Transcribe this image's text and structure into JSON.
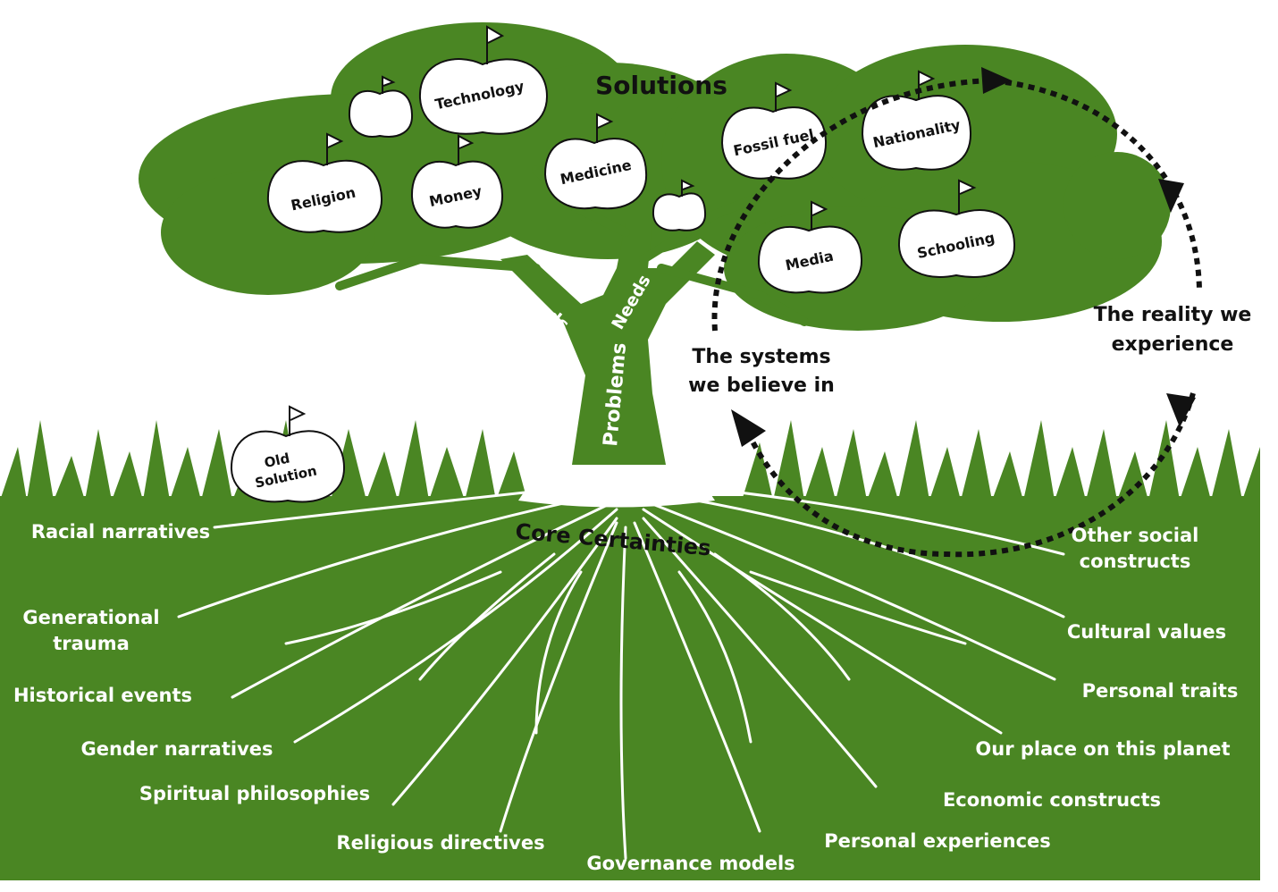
{
  "colors": {
    "green": "#4a8623",
    "dark_green": "#3f7a1c",
    "white": "#ffffff",
    "ink": "#111111"
  },
  "tree": {
    "canopy_title": "Solutions",
    "trunk_label": "Problems",
    "branch_left_label": "Needs",
    "branch_right_label": "Needs",
    "roots_title": "Core Certainties"
  },
  "apples": [
    {
      "id": "technology",
      "label": "Technology"
    },
    {
      "id": "religion",
      "label": "Religion"
    },
    {
      "id": "money",
      "label": "Money"
    },
    {
      "id": "medicine",
      "label": "Medicine"
    },
    {
      "id": "fossil-fuel",
      "label": "Fossil fuel"
    },
    {
      "id": "nationality",
      "label": "Nationality"
    },
    {
      "id": "media",
      "label": "Media"
    },
    {
      "id": "schooling",
      "label": "Schooling"
    },
    {
      "id": "empty-1",
      "label": ""
    },
    {
      "id": "empty-2",
      "label": ""
    }
  ],
  "fallen_apple": {
    "line1": "Old",
    "line2": "Solution"
  },
  "cycle": {
    "systems_line1": "The systems",
    "systems_line2": "we believe in",
    "reality_line1": "The reality we",
    "reality_line2": "experience"
  },
  "roots_left": [
    {
      "text": "Racial narratives"
    },
    {
      "text": "Generational",
      "text2": "trauma"
    },
    {
      "text": "Historical events"
    },
    {
      "text": "Gender narratives"
    },
    {
      "text": "Spiritual philosophies"
    },
    {
      "text": "Religious directives"
    },
    {
      "text": "Governance models"
    }
  ],
  "roots_right": [
    {
      "text": "Other social",
      "text2": "constructs"
    },
    {
      "text": "Cultural values"
    },
    {
      "text": "Personal traits"
    },
    {
      "text": "Our place on this planet"
    },
    {
      "text": "Economic constructs"
    },
    {
      "text": "Personal experiences"
    }
  ]
}
